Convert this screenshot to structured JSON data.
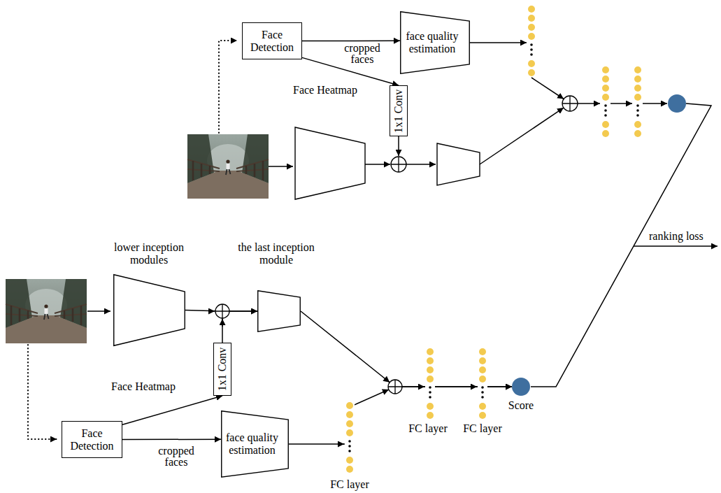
{
  "diagram": {
    "nodes": [
      {
        "text": [
          "Face Detection"
        ]
      },
      {
        "text": [
          "face quality estimation"
        ]
      },
      {
        "text": [
          "1x1 Conv"
        ]
      },
      {
        "text": [
          "lower inception modules"
        ]
      },
      {
        "text": [
          "the last inception module"
        ]
      },
      {
        "text": [
          "1x1 Conv"
        ]
      },
      {
        "text": [
          "Face Detection"
        ]
      },
      {
        "text": [
          "face quality estimation"
        ]
      },
      {
        "text": [
          "Score"
        ]
      }
    ],
    "edges": [
      {
        "from": 0,
        "to": 1,
        "label": "cropped faces",
        "arrow": "to"
      },
      {
        "from": 0,
        "to": 2,
        "label": "Face Heatmap",
        "arrow": "to"
      },
      {
        "from": 3,
        "to": 4,
        "arrow": "to"
      },
      {
        "from": 5,
        "to": 4,
        "arrow": "to"
      },
      {
        "from": 6,
        "to": 7,
        "label": "cropped faces",
        "arrow": "to"
      },
      {
        "from": 6,
        "to": 5,
        "label": "Face Heatmap",
        "arrow": "to"
      },
      {
        "from": 4,
        "to": 8,
        "arrow": "to"
      },
      {
        "from": 7,
        "to": 8,
        "arrow": "to"
      }
    ],
    "labels": [
      "ranking loss",
      "FC layer",
      "FC layer",
      "FC layer"
    ]
  }
}
